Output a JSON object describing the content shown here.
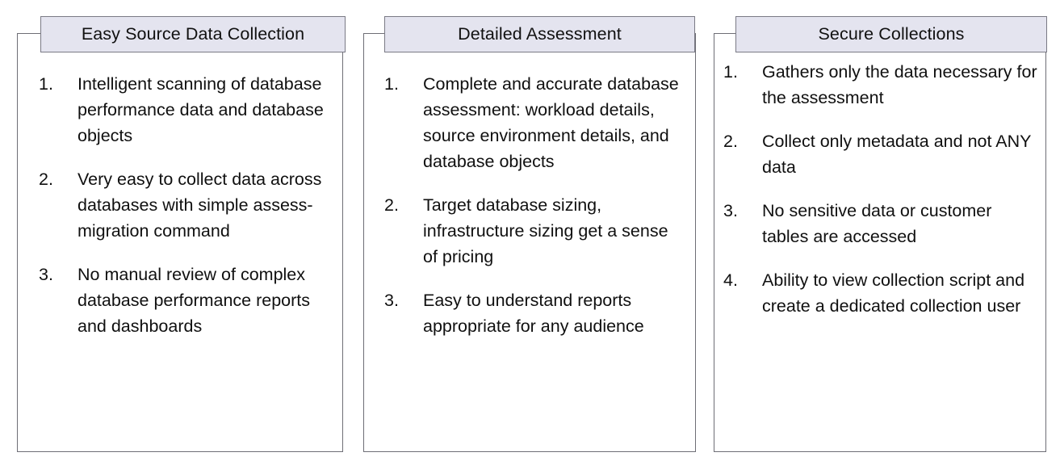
{
  "panels": [
    {
      "id": "easy-source-data-collection",
      "title": "Easy Source Data Collection",
      "items": [
        {
          "number": "1.",
          "text": "Intelligent scanning of database performance data and database objects"
        },
        {
          "number": "2.",
          "text": "Very easy to collect data across databases with simple assess-migration command"
        },
        {
          "number": "3.",
          "text": "No manual review of complex database performance reports and dashboards"
        }
      ]
    },
    {
      "id": "detailed-assessment",
      "title": "Detailed Assessment",
      "items": [
        {
          "number": "1.",
          "text": "Complete and accurate database assessment: workload details, source environment details, and database objects"
        },
        {
          "number": "2.",
          "text": "Target database sizing, infrastructure sizing get a sense of pricing"
        },
        {
          "number": "3.",
          "text": "Easy to understand reports appropriate for any audience"
        }
      ]
    },
    {
      "id": "secure-collections",
      "title": "Secure Collections",
      "items": [
        {
          "number": "1.",
          "text": "Gathers only the data necessary for the assessment"
        },
        {
          "number": "2.",
          "text": "Collect only metadata and not ANY data"
        },
        {
          "number": "3.",
          "text": "No sensitive data or customer tables are accessed"
        },
        {
          "number": "4.",
          "text": "Ability to view collection script and create a dedicated collection user"
        }
      ]
    }
  ],
  "colors": {
    "header_fill": "#e4e4ef",
    "header_border": "#7a7a85",
    "box_border": "#6e6e76",
    "text": "#101010",
    "background": "#ffffff"
  }
}
